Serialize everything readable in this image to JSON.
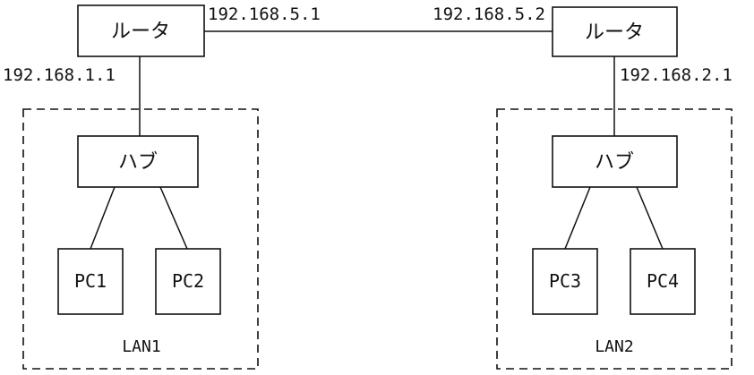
{
  "routers": [
    {
      "label": "ルータ",
      "lan_address": "192.168.1.1",
      "wan_address": "192.168.5.1"
    },
    {
      "label": "ルータ",
      "lan_address": "192.168.2.1",
      "wan_address": "192.168.5.2"
    }
  ],
  "lans": [
    {
      "name": "LAN1",
      "hub_label": "ハブ",
      "pcs": [
        "PC1",
        "PC2"
      ]
    },
    {
      "name": "LAN2",
      "hub_label": "ハブ",
      "pcs": [
        "PC3",
        "PC4"
      ]
    }
  ]
}
